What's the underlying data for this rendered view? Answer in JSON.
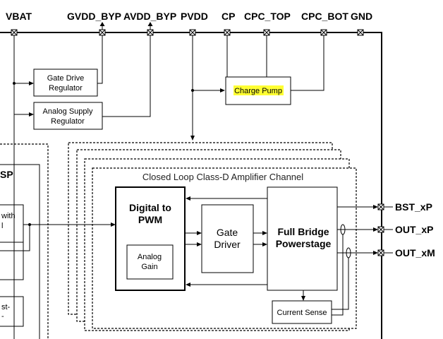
{
  "pins": {
    "vbat": "VBAT",
    "gvdd_byp": "GVDD_BYP",
    "avdd_byp": "AVDD_BYP",
    "pvdd": "PVDD",
    "cp": "CP",
    "cpc_top": "CPC_TOP",
    "cpc_bot": "CPC_BOT",
    "gnd": "GND"
  },
  "blocks": {
    "gate_drive_regulator": [
      "Gate Drive",
      "Regulator"
    ],
    "analog_supply_regulator": [
      "Analog Supply",
      "Regulator"
    ],
    "charge_pump": "Charge Pump",
    "channel_title": "Closed Loop Class-D Amplifier Channel",
    "digital_to_pwm": [
      "Digital to",
      "PWM"
    ],
    "analog_gain": [
      "Analog",
      "Gain"
    ],
    "gate_driver": [
      "Gate",
      "Driver"
    ],
    "full_bridge": [
      "Full Bridge",
      "Powerstage"
    ],
    "current_sense": "Current Sense"
  },
  "left_fragments": {
    "dsp": "SP",
    "with_top": "with",
    "with_bottom": "l",
    "bottom": "st-",
    "bottom2": "-"
  },
  "outputs": {
    "bst": "BST_xP",
    "out_p": "OUT_xP",
    "out_m": "OUT_xM"
  },
  "colors": {
    "highlight": "#ffff33"
  }
}
